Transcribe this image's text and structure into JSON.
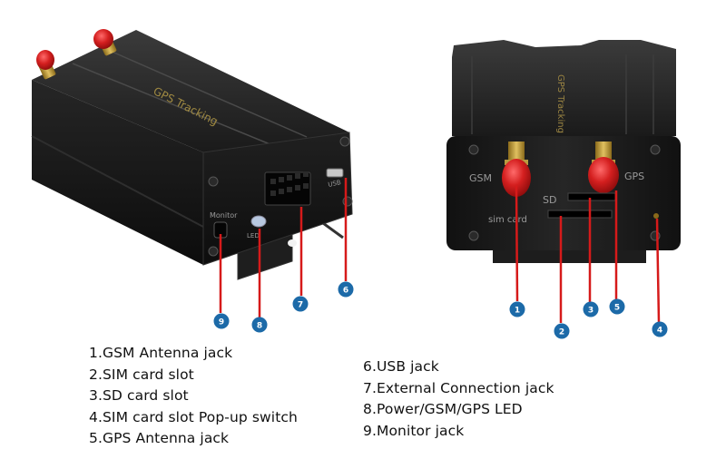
{
  "legend": {
    "items": [
      {
        "num": "1",
        "label": "1.GSM Antenna jack"
      },
      {
        "num": "2",
        "label": "2.SIM card slot"
      },
      {
        "num": "3",
        "label": "3.SD card slot"
      },
      {
        "num": "4",
        "label": "4.SIM card slot Pop-up switch"
      },
      {
        "num": "5",
        "label": "5.GPS Antenna jack"
      },
      {
        "num": "6",
        "label": "6.USB jack"
      },
      {
        "num": "7",
        "label": "7.External Connection jack"
      },
      {
        "num": "8",
        "label": "8.Power/GSM/GPS LED"
      },
      {
        "num": "9",
        "label": "9.Monitor jack"
      }
    ]
  },
  "device_left": {
    "case_print": "GPS Tracking",
    "monitor_label": "Monitor",
    "led_label": "LED",
    "usb_label": "USB"
  },
  "device_right": {
    "case_print": "GPS Tracking",
    "gsm_label": "GSM",
    "gps_label": "GPS",
    "sd_label": "SD",
    "sim_label": "sim card"
  },
  "colors": {
    "marker": "#1c6aa8",
    "pointer": "#d61a1a",
    "antenna": "#d41f1f",
    "case": "#1b1b1b"
  }
}
